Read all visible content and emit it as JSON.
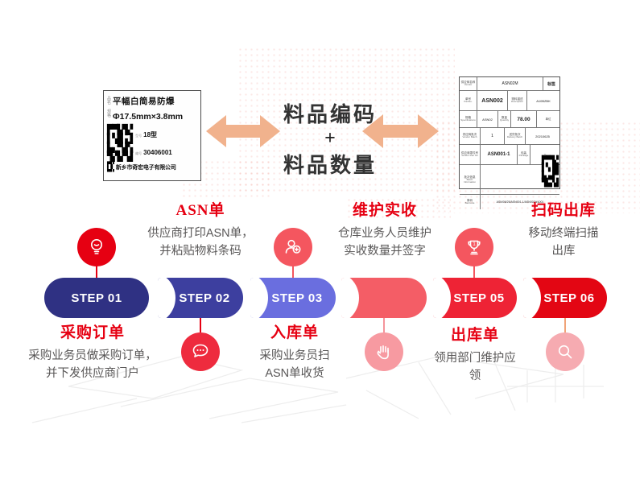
{
  "material_label": {
    "name_tag": "品名",
    "name": "平幅白简易防爆",
    "spec_tag": "规格",
    "spec": "Φ17.5mm×3.8mm",
    "model_tag": "型号",
    "model": "18型",
    "code_tag": "编号",
    "code": "30406001",
    "maker_tag": "厂家",
    "maker": "新乡市奇宏电子有限公司",
    "qr_big": "▛▀▙▜▞\n▌▚█▗▐\n▙▖▀▟▚\n▜▞▙▀▟",
    "qr_tiny": "▛▜▞\n▙▟▚"
  },
  "center_title": {
    "top": "料品编码",
    "plus": "+",
    "bottom": "料品数量"
  },
  "arrow": {
    "color": "#f1b28d"
  },
  "asn_form": {
    "vendor_cn": "供应商名称",
    "vendor_en": "Vendor",
    "vendor_value": "ASN02M",
    "corner": "标签",
    "partno_cn": "单号",
    "partno_en": "PartNo.",
    "partno_value": "ASN002",
    "desc_cn": "物料描述",
    "desc_en": "Description",
    "desc_value": "A10BZBK",
    "spec_cn": "规格",
    "spec_en": "Specifications",
    "spec_value": "ASN02",
    "qty_cn": "数量",
    "qty_en": "Quantity",
    "qty_value": "78.00",
    "unit_cn": "单位",
    "vbatch_cn": "供应商批次",
    "vbatch_en": "Vendor Batch",
    "vbatch_value": "1",
    "dbatch_cn": "送货批次",
    "dbatch_en": "Delivery Batch",
    "dbatch_value": "20210625",
    "vpart_cn": "供应商零件号",
    "vpart_en": "Vendor Part No",
    "vpart_value": "ASN001-1",
    "pkg_cn": "包装",
    "pkg_en": "Package",
    "pkg_value": "-",
    "batch_cn": "批次信息",
    "batch_en": "Batch Information",
    "barcode_cn": "条码",
    "barcode_en": "BarCode",
    "barcode_value": "ASN/06/25/ASN001-1/ASN002/#1001",
    "qr": "▛▀▜▞\n▌▚▐█\n▙▗▟▀\n▜▙▞▟"
  },
  "flow": {
    "steps": [
      {
        "label": "STEP 01",
        "color": "#2f3183"
      },
      {
        "label": "STEP 02",
        "color": "#3d3f9f"
      },
      {
        "label": "STEP 03",
        "color": "#6a6edf"
      },
      {
        "label": "",
        "color": "#f45d66"
      },
      {
        "label": "STEP 05",
        "color": "#ee2335"
      },
      {
        "label": "STEP 06",
        "color": "#e30613"
      }
    ],
    "top_sections": [
      {
        "title": "ASN单",
        "desc1": "供应商打印ASN单，",
        "desc2": "并粘贴物料条码"
      },
      {
        "title": "维护实收",
        "desc1": "仓库业务人员维护",
        "desc2": "实收数量并签字"
      },
      {
        "title": "扫码出库",
        "desc1": "移动终端扫描",
        "desc2": "出库"
      }
    ],
    "bottom_sections": [
      {
        "title": "采购订单",
        "desc1": "采购业务员做采购订单，",
        "desc2": "并下发供应商门户"
      },
      {
        "title": "入库单",
        "desc1": "采购业务员扫",
        "desc2": "ASN单收货"
      },
      {
        "title": "出库单",
        "desc1": "领用部门维护应",
        "desc2": "领"
      }
    ],
    "icons": {
      "step1": {
        "name": "lightbulb-icon",
        "color": "#e60012"
      },
      "step2": {
        "name": "chat-bubble-icon",
        "color": "#ee2b3e"
      },
      "step3": {
        "name": "add-user-icon",
        "color": "#f4565f"
      },
      "step4": {
        "name": "hand-icon",
        "color": "#f79aa1"
      },
      "step5": {
        "name": "trophy-icon",
        "color": "#f4565f",
        "badge": "1"
      },
      "step6": {
        "name": "magnifier-icon",
        "color": "#f6abb1"
      }
    },
    "lines": {
      "s1": "#e60012",
      "s2": "#e60012",
      "s3": "#f4565f",
      "s4": "#f4949b",
      "s5": "#f4565f",
      "s6": "#f0a478"
    }
  }
}
